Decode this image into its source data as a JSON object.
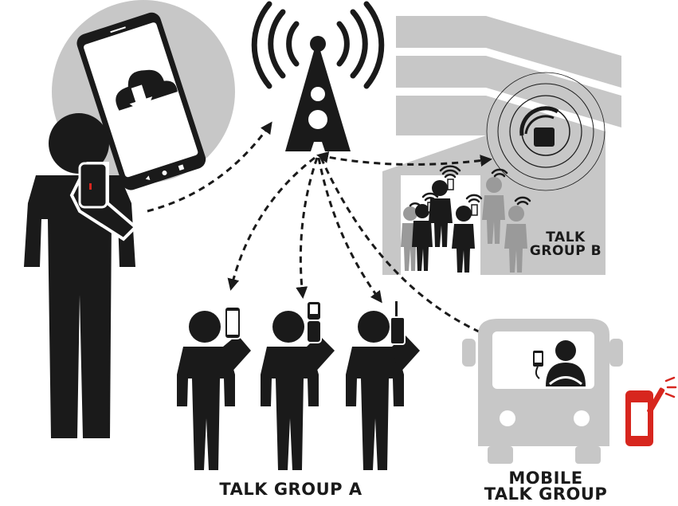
{
  "labels": {
    "talk_group_a": "TALK GROUP A",
    "talk_group_b_line1": "TALK",
    "talk_group_b_line2": "GROUP B",
    "mobile_line1": "MOBILE",
    "mobile_line2": "TALK GROUP"
  },
  "colors": {
    "figure": "#1a1a1a",
    "gray": "#c7c7c7",
    "dark_gray": "#9a9a9a",
    "accent_red": "#d7261e"
  },
  "icons": [
    "cell-tower-icon",
    "cloud-download-icon",
    "smartphone-icon",
    "flip-phone-icon",
    "radio-icon",
    "bus-icon",
    "wifi-signal-icon"
  ]
}
